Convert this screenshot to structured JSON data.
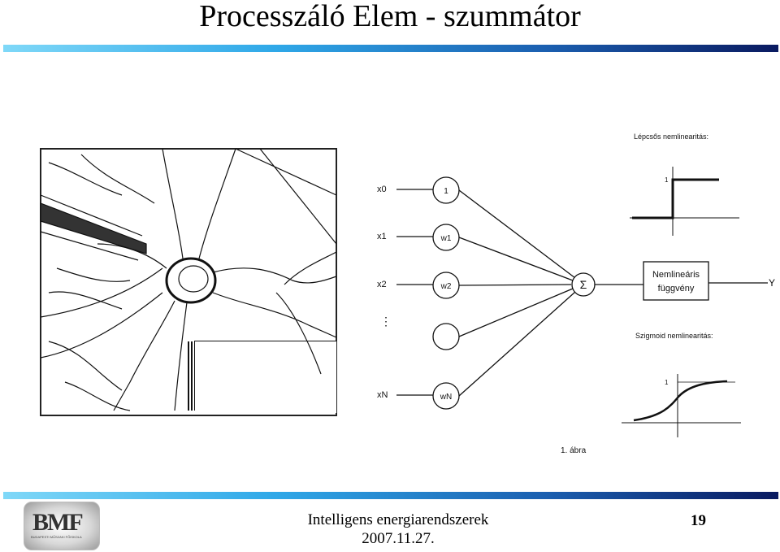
{
  "slide": {
    "title": "Processzáló Elem - szummátor",
    "footer_title": "Intelligens energiarendszerek",
    "footer_date": "2007.11.27.",
    "page_number": "19",
    "logo_text": "BMF",
    "logo_subtext": "BUDAPESTI MŰSZAKI FŐISKOLA"
  },
  "diagram": {
    "inputs": [
      "x0",
      "x1",
      "x2",
      "xN"
    ],
    "weights": [
      "1",
      "w1",
      "w2",
      "",
      "wN"
    ],
    "summer_symbol": "Σ",
    "nonlinear_box": [
      "Nemlineáris",
      "függvény"
    ],
    "output_label": "Y",
    "step_title": "Lépcsős nemlinearitás:",
    "sigmoid_title": "Szigmoid nemlinearitás:",
    "step_one": "1",
    "sigmoid_one": "1",
    "caption": "1. ábra"
  },
  "colors": {
    "bar_start": "#7fd8f8",
    "bar_end": "#0a1a60",
    "line": "#111111"
  }
}
